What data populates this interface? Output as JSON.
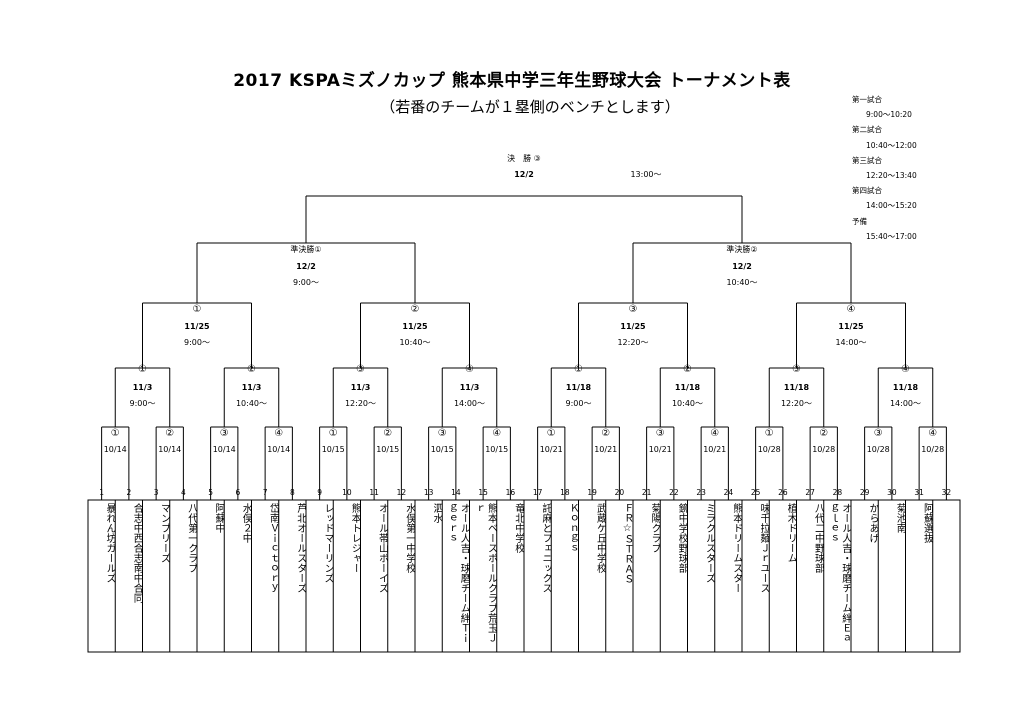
{
  "title": "2017  KSPAミズノカップ  熊本県中学三年生野球大会  トーナメント表",
  "subtitle": "（若番のチームが１塁側のベンチとします）",
  "schedule": [
    {
      "label": "第一試合",
      "time": "9:00～10:20"
    },
    {
      "label": "第二試合",
      "time": "10:40～12:00"
    },
    {
      "label": "第三試合",
      "time": "12:20～13:40"
    },
    {
      "label": "第四試合",
      "time": "14:00～15:20"
    },
    {
      "label": "予備",
      "time": "15:40～17:00"
    }
  ],
  "final": {
    "label": "決　勝 ③",
    "date": "12/2",
    "time": "13:00～"
  },
  "semis": [
    {
      "label": "準決勝①",
      "date": "12/2",
      "time": "9:00～"
    },
    {
      "label": "準決勝②",
      "date": "12/2",
      "time": "10:40～"
    }
  ],
  "quarters": [
    {
      "mark": "①",
      "date": "11/25",
      "time": "9:00～"
    },
    {
      "mark": "②",
      "date": "11/25",
      "time": "10:40～"
    },
    {
      "mark": "③",
      "date": "11/25",
      "time": "12:20～"
    },
    {
      "mark": "④",
      "date": "11/25",
      "time": "14:00～"
    }
  ],
  "round2": [
    {
      "mark": "①",
      "date": "11/3",
      "time": "9:00～"
    },
    {
      "mark": "②",
      "date": "11/3",
      "time": "10:40～"
    },
    {
      "mark": "③",
      "date": "11/3",
      "time": "12:20～"
    },
    {
      "mark": "④",
      "date": "11/3",
      "time": "14:00～"
    },
    {
      "mark": "①",
      "date": "11/18",
      "time": "9:00～"
    },
    {
      "mark": "②",
      "date": "11/18",
      "time": "10:40～"
    },
    {
      "mark": "③",
      "date": "11/18",
      "time": "12:20～"
    },
    {
      "mark": "④",
      "date": "11/18",
      "time": "14:00～"
    }
  ],
  "round1": [
    {
      "mark": "①",
      "date": "10/14"
    },
    {
      "mark": "②",
      "date": "10/14"
    },
    {
      "mark": "③",
      "date": "10/14"
    },
    {
      "mark": "④",
      "date": "10/14"
    },
    {
      "mark": "①",
      "date": "10/15"
    },
    {
      "mark": "②",
      "date": "10/15"
    },
    {
      "mark": "③",
      "date": "10/15"
    },
    {
      "mark": "④",
      "date": "10/15"
    },
    {
      "mark": "①",
      "date": "10/21"
    },
    {
      "mark": "②",
      "date": "10/21"
    },
    {
      "mark": "③",
      "date": "10/21"
    },
    {
      "mark": "④",
      "date": "10/21"
    },
    {
      "mark": "①",
      "date": "10/28"
    },
    {
      "mark": "②",
      "date": "10/28"
    },
    {
      "mark": "③",
      "date": "10/28"
    },
    {
      "mark": "④",
      "date": "10/28"
    }
  ],
  "teams": [
    {
      "no": "1",
      "name": "暴れん坊ガールズ"
    },
    {
      "no": "2",
      "name": "合志中西合志南中合同"
    },
    {
      "no": "3",
      "name": "マンブリーズ"
    },
    {
      "no": "4",
      "name": "八代第一クラブ"
    },
    {
      "no": "5",
      "name": "阿蘇中"
    },
    {
      "no": "6",
      "name": "水俣２中"
    },
    {
      "no": "7",
      "name": "岱南Ｖｉｃｔｏｒｙ"
    },
    {
      "no": "8",
      "name": "芦北オールスターズ"
    },
    {
      "no": "9",
      "name": "レッドマーリンズ"
    },
    {
      "no": "10",
      "name": "熊本トレジャー"
    },
    {
      "no": "11",
      "name": "オール帯山ボーイズ"
    },
    {
      "no": "12",
      "name": "水俣第一中学校"
    },
    {
      "no": "13",
      "name": "泗水"
    },
    {
      "no": "14",
      "name": "オール人吉・球磨チーム絆Ｔｉｇｅｒｓ"
    },
    {
      "no": "15",
      "name": "熊本ベースボールクラブ荒玉Ｊｒ"
    },
    {
      "no": "16",
      "name": "竜北中学校"
    },
    {
      "no": "17",
      "name": "託麻とフェニックス"
    },
    {
      "no": "18",
      "name": "Ｋｏｎｇｓ"
    },
    {
      "no": "19",
      "name": "武蔵ケ丘中学校"
    },
    {
      "no": "20",
      "name": "ＦＲ☆ＳＴＲＡＳ"
    },
    {
      "no": "21",
      "name": "菊陽クラブ"
    },
    {
      "no": "22",
      "name": "鏡中学校野球部"
    },
    {
      "no": "23",
      "name": "ミラクルスターズ"
    },
    {
      "no": "24",
      "name": "熊本ドリームスター"
    },
    {
      "no": "25",
      "name": "味千拉麺Ｊｒユース"
    },
    {
      "no": "26",
      "name": "植木ドリーム"
    },
    {
      "no": "27",
      "name": "八代二中野球部"
    },
    {
      "no": "28",
      "name": "オール人吉・球磨チーム絆Ｅａｇｌｅｓ"
    },
    {
      "no": "29",
      "name": "からあげ"
    },
    {
      "no": "30",
      "name": "菊池南"
    },
    {
      "no": "31",
      "name": "阿蘇選抜"
    },
    {
      "no": "32",
      "name": ""
    }
  ]
}
